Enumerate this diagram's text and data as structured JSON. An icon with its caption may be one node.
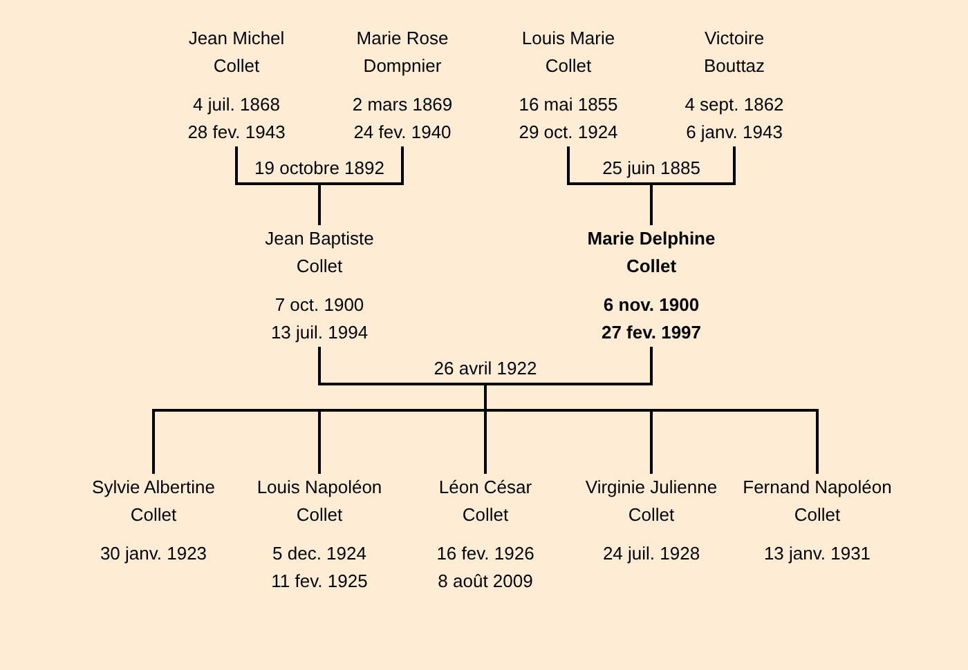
{
  "diagram": {
    "nodes": [
      {
        "text": [
          "Jean Michel Collet",
          "4 juil. 1868",
          "28 fev. 1943"
        ]
      },
      {
        "text": [
          "Marie Rose Dompnier",
          "2 mars 1869",
          "24 fev. 1940"
        ]
      },
      {
        "text": [
          "Louis Marie Collet",
          "16 mai 1855",
          "29 oct. 1924"
        ]
      },
      {
        "text": [
          "Victoire Bouttaz",
          "4 sept. 1862",
          "6 janv. 1943"
        ]
      },
      {
        "text": [
          "Jean Baptiste Collet",
          "7 oct. 1900",
          "13 juil. 1994"
        ]
      },
      {
        "text": [
          "Marie Delphine Collet",
          "6 nov. 1900",
          "27 fev. 1997"
        ]
      },
      {
        "text": [
          "Sylvie Albertine Collet",
          "30 janv. 1923"
        ]
      },
      {
        "text": [
          "Louis Napoléon Collet",
          "5 dec. 1924",
          "11 fev. 1925"
        ]
      },
      {
        "text": [
          "Léon César Collet",
          "16 fev. 1926",
          "8 août 2009"
        ]
      },
      {
        "text": [
          "Virginie Julienne Collet",
          "24 juil. 1928"
        ]
      },
      {
        "text": [
          "Fernand Napoléon Collet",
          "13 janv. 1931"
        ]
      }
    ],
    "edges": [
      {
        "from": 0,
        "to": 4,
        "arrow": "none",
        "label": "19 octobre 1892"
      },
      {
        "from": 1,
        "to": 4,
        "arrow": "none"
      },
      {
        "from": 2,
        "to": 5,
        "arrow": "none",
        "label": "25 juin 1885"
      },
      {
        "from": 3,
        "to": 5,
        "arrow": "none"
      },
      {
        "from": 4,
        "to": 6,
        "arrow": "none",
        "label": "26 avril 1922"
      },
      {
        "from": 5,
        "to": 6,
        "arrow": "none"
      },
      {
        "from": 4,
        "to": 7,
        "arrow": "none"
      },
      {
        "from": 5,
        "to": 7,
        "arrow": "none"
      },
      {
        "from": 4,
        "to": 8,
        "arrow": "none"
      },
      {
        "from": 5,
        "to": 8,
        "arrow": "none"
      },
      {
        "from": 4,
        "to": 9,
        "arrow": "none"
      },
      {
        "from": 5,
        "to": 9,
        "arrow": "none"
      },
      {
        "from": 4,
        "to": 10,
        "arrow": "none"
      },
      {
        "from": 5,
        "to": 10,
        "arrow": "none"
      }
    ]
  }
}
